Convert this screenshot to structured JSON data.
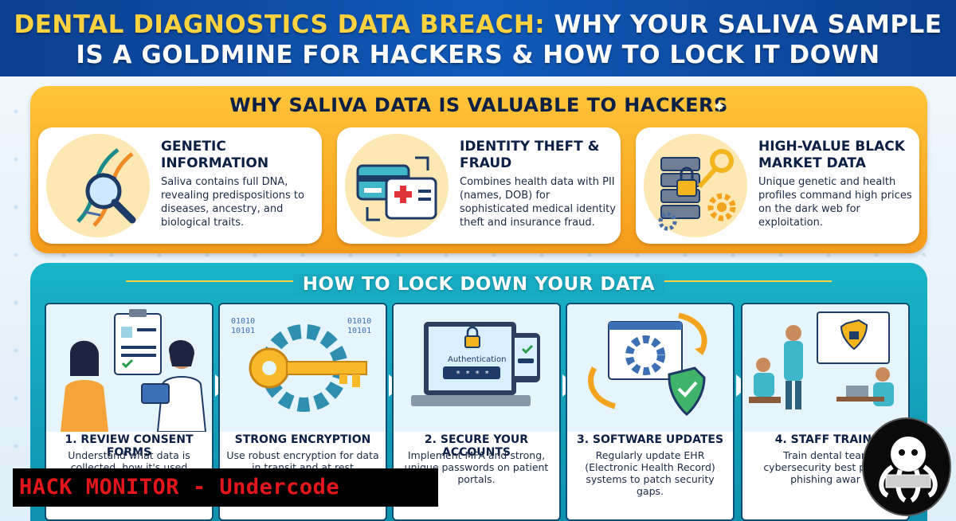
{
  "header": {
    "title_highlight": "DENTAL DIAGNOSTICS DATA BREACH:",
    "title_rest_line1": " WHY YOUR SALIVA SAMPLE",
    "title_line2": "IS A GOLDMINE FOR HACKERS & HOW TO LOCK IT DOWN"
  },
  "why_section": {
    "title": "WHY SALIVA DATA IS VALUABLE TO HACKERS",
    "cards": [
      {
        "title": "GENETIC INFORMATION",
        "body": "Saliva contains full DNA, revealing predispositions to diseases, ancestry, and biological traits.",
        "icon": "dna-magnifier-icon"
      },
      {
        "title": "IDENTITY THEFT & FRAUD",
        "body": "Combines health data with PII (names, DOB) for sophisticated medical identity theft and insurance fraud.",
        "icon": "id-card-medical-icon"
      },
      {
        "title": "HIGH-VALUE BLACK MARKET DATA",
        "body": "Unique genetic and health profiles command high prices on the dark web for exploitation.",
        "icon": "server-lock-key-icon"
      }
    ]
  },
  "lock_section": {
    "title": "HOW TO LOCK DOWN YOUR DATA",
    "steps": [
      {
        "title": "1. REVIEW CONSENT FORMS",
        "body": "Understand what data is collected, how it's used"
      },
      {
        "title": "STRONG ENCRYPTION",
        "body": "Use robust encryption for data in transit and at rest",
        "binary": "01010\n10101"
      },
      {
        "title": "2. SECURE YOUR ACCOUNTS",
        "body": "Implement MFA and strong, unique passwords on patient portals.",
        "auth_label": "Authentication",
        "auth_mask": "* * * *"
      },
      {
        "title": "3. SOFTWARE UPDATES",
        "body": "Regularly update EHR (Electronic Health Record) systems to patch security gaps."
      },
      {
        "title": "4. STAFF TRAINI",
        "body": "Train dental tean cybersecurity best p and phishing awar"
      }
    ]
  },
  "watermark": {
    "text": "HACK MONITOR - Undercode"
  },
  "colors": {
    "header_bg": "#0b3f8f",
    "highlight": "#ffd23f",
    "top_panel": "#f59a1b",
    "bottom_panel": "#14a5bb",
    "watermark_text": "#e3161b"
  }
}
